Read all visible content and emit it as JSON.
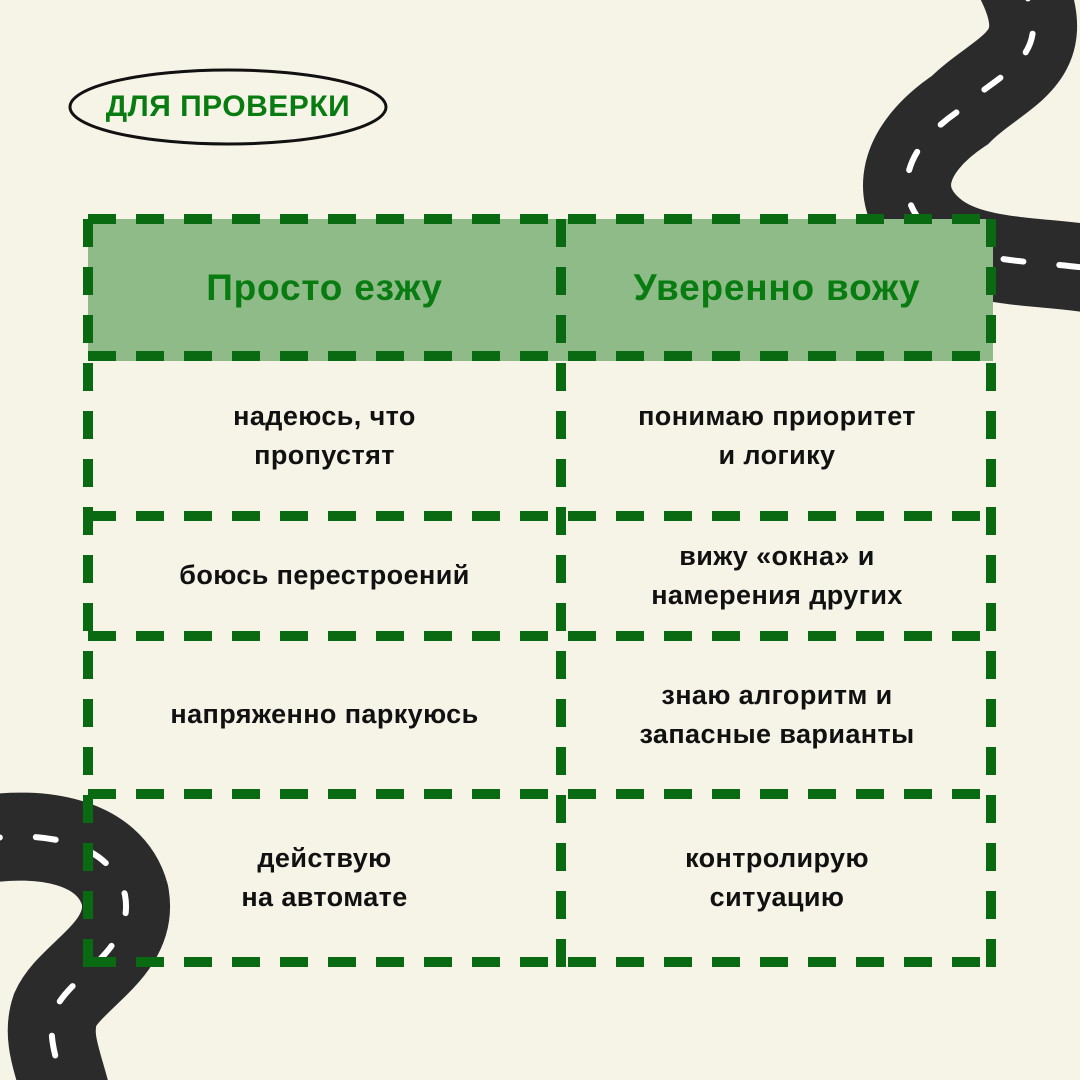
{
  "badge": {
    "label": "ДЛЯ ПРОВЕРКИ"
  },
  "colors": {
    "background": "#f6f3e7",
    "accent_green": "#087c10",
    "header_fill": "#8fbb89",
    "dash_green": "#0a6a12",
    "road": "#2b2b2b"
  },
  "table": {
    "headers": [
      "Просто езжу",
      "Уверенно вожу"
    ],
    "rows": [
      [
        "надеюсь, что\nпропустят",
        "понимаю приоритет\nи логику"
      ],
      [
        "боюсь перестроений",
        "вижу «окна» и\nнамерения других"
      ],
      [
        "напряженно паркуюсь",
        "знаю алгоритм и\nзапасные варианты"
      ],
      [
        "действую\nна автомате",
        "контролирую\nситуацию"
      ]
    ]
  },
  "decorations": [
    "road-top-right",
    "road-bottom-left"
  ]
}
